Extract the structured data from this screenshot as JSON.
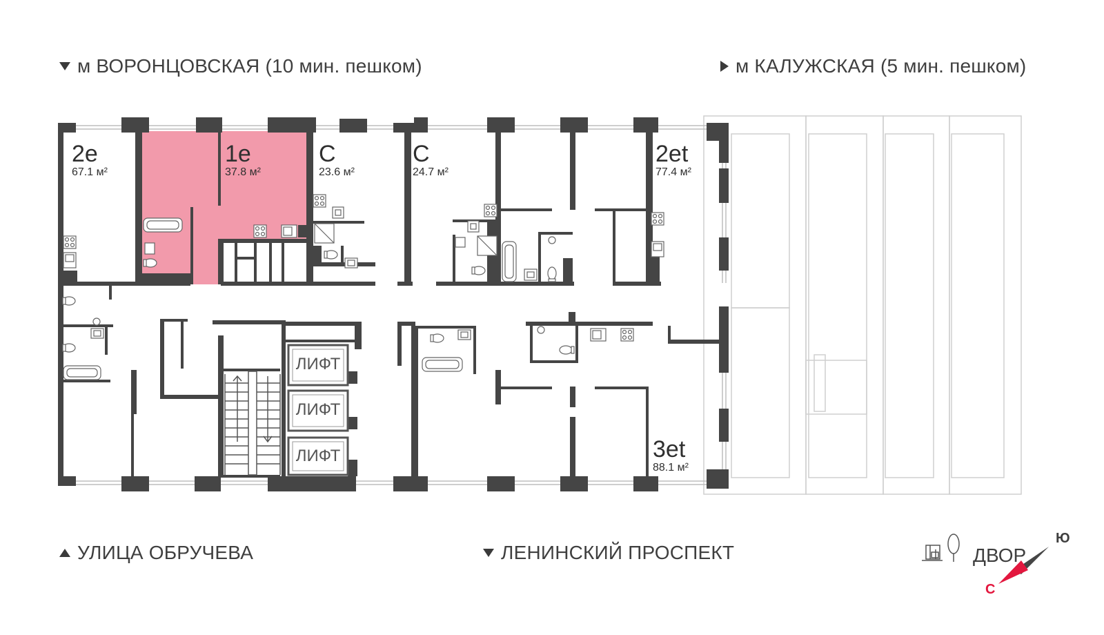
{
  "labels": {
    "metro_left": "м ВОРОНЦОВСКАЯ  (10 мин. пешком)",
    "metro_right": "м КАЛУЖСКАЯ (5 мин. пешком)",
    "street_bottom_left": "УЛИЦА ОБРУЧЕВА",
    "street_bottom_mid": "ЛЕНИНСКИЙ ПРОСПЕКТ",
    "yard": "ДВОР"
  },
  "apartments": [
    {
      "type": "2e",
      "area": "67.1 м²",
      "highlighted": false
    },
    {
      "type": "1e",
      "area": "37.8 м²",
      "highlighted": true
    },
    {
      "type": "С",
      "area": "23.6 м²",
      "highlighted": false
    },
    {
      "type": "С",
      "area": "24.7 м²",
      "highlighted": false
    },
    {
      "type": "2et",
      "area": "77.4 м²",
      "highlighted": false
    },
    {
      "type": "3et",
      "area": "88.1 м²",
      "highlighted": false
    }
  ],
  "lifts": [
    "ЛИФТ",
    "ЛИФТ",
    "ЛИФТ"
  ],
  "compass": {
    "north": "С",
    "south": "Ю"
  },
  "colors": {
    "highlight": "#f29aab",
    "wall": "#454545",
    "compass_red": "#e3173e",
    "text": "#3f3f3f"
  }
}
